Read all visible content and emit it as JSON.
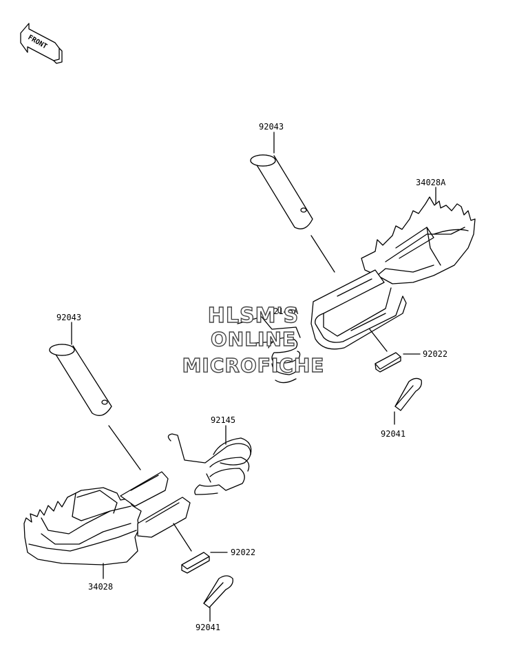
{
  "front_badge": {
    "text": "FRONT"
  },
  "watermark": {
    "line1": "HLSM'S",
    "line2": "ONLINE",
    "line3": "MICROFICHE"
  },
  "callouts": {
    "pin_right": "92043",
    "peg_right": "34028A",
    "spring_right": "92145A",
    "washer_right": "92022",
    "cotter_right": "92041",
    "pin_left": "92043",
    "spring_left": "92145",
    "washer_left": "92022",
    "peg_left": "34028",
    "cotter_left": "92041"
  },
  "colors": {
    "line": "#000000",
    "background": "#ffffff"
  }
}
